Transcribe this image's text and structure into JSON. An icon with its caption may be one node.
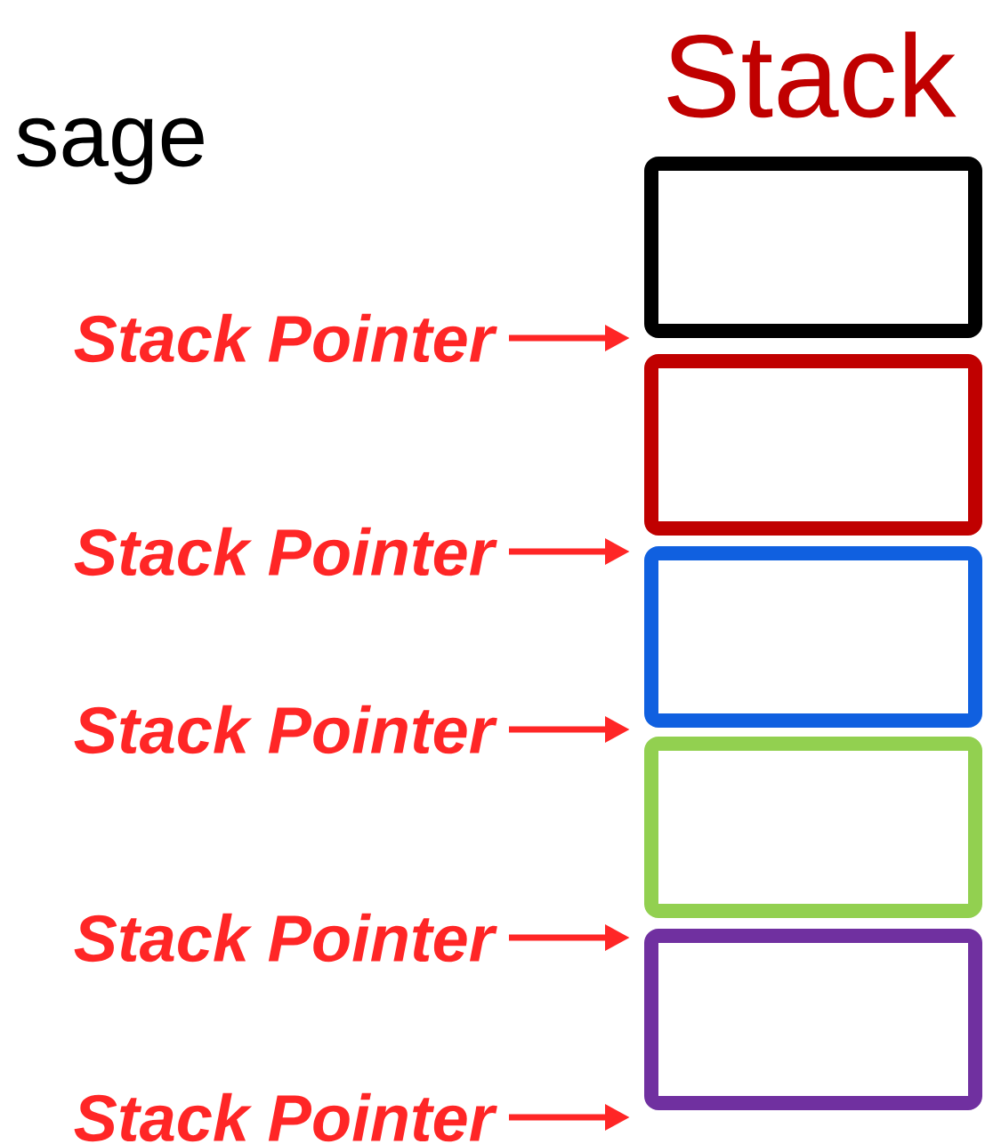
{
  "diagram": {
    "nodes": [
      {
        "text": [],
        "shape": "box"
      },
      {
        "text": [],
        "shape": "box"
      },
      {
        "text": [],
        "shape": "box"
      },
      {
        "text": [],
        "shape": "box"
      },
      {
        "text": [],
        "shape": "box"
      },
      {
        "text": [
          "Stack Pointer"
        ]
      },
      {
        "text": [
          "Stack Pointer"
        ]
      },
      {
        "text": [
          "Stack Pointer"
        ]
      },
      {
        "text": [
          "Stack Pointer"
        ]
      },
      {
        "text": [
          "Stack Pointer"
        ]
      }
    ],
    "edges": [
      {
        "from": 5,
        "to": 0,
        "arrow": "to"
      },
      {
        "from": 6,
        "to": 2,
        "arrow": "to"
      },
      {
        "from": 7,
        "to": 3,
        "arrow": "to"
      },
      {
        "from": 8,
        "to": 4,
        "arrow": "to"
      },
      {
        "from": 9,
        "to": 4,
        "arrow": "to"
      }
    ],
    "labels": [
      "sage",
      "Stack"
    ]
  }
}
